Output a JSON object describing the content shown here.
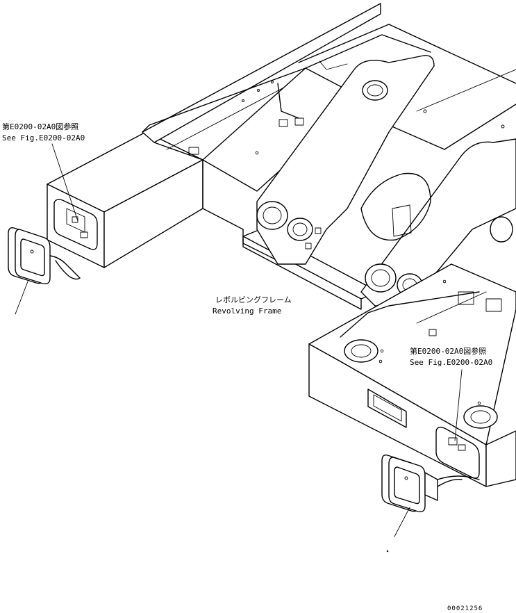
{
  "callouts": {
    "ref_left_jp": "第E0200-02A0図参照",
    "ref_left_en": "See Fig.E0200-02A0",
    "ref_right_jp": "第E0200-02A0図参照",
    "ref_right_en": "See Fig.E0200-02A0",
    "frame_jp": "レボルビングフレーム",
    "frame_en": "Revolving Frame"
  },
  "drawing_number": "00021256"
}
